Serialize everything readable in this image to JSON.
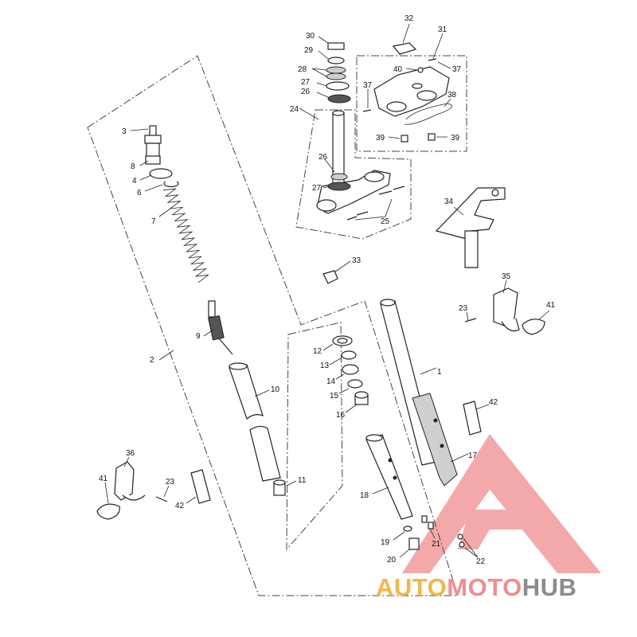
{
  "callouts": {
    "c1": "1",
    "c2": "2",
    "c3": "3",
    "c4": "4",
    "c5": "6",
    "c6": "7",
    "c7": "8",
    "c8": "9",
    "c9": "10",
    "c10": "11",
    "c11": "12",
    "c12": "13",
    "c13": "14",
    "c14": "15",
    "c15": "16",
    "c16": "17",
    "c17": "18",
    "c18": "19",
    "c19": "20",
    "c20": "21",
    "c21": "22",
    "c22": "23",
    "c23": "23",
    "c24": "24",
    "c25": "25",
    "c26": "26",
    "c27": "26",
    "c28": "27",
    "c29": "27",
    "c30": "28",
    "c31": "29",
    "c32": "30",
    "c33": "31",
    "c34": "32",
    "c35": "33",
    "c36": "34",
    "c37": "35",
    "c38": "36",
    "c39": "37",
    "c40": "37",
    "c41": "38",
    "c42": "39",
    "c43": "39",
    "c44": "40",
    "c45": "41",
    "c46": "41",
    "c47": "42",
    "c48": "42"
  },
  "watermark": {
    "part1": "AUTO",
    "part2": "MOTO",
    "part3": "HUB",
    "color1": "#f2b64a",
    "color2": "#f08d8d",
    "color3": "#8c8c8c",
    "logo_color": "#f08d8d"
  }
}
